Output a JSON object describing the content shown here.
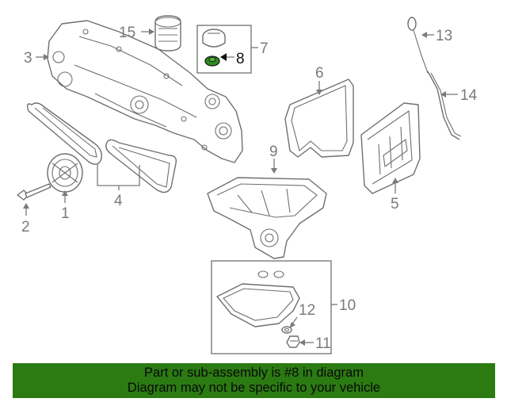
{
  "callouts": {
    "c1": "1",
    "c2": "2",
    "c3": "3",
    "c4": "4",
    "c5": "5",
    "c6": "6",
    "c7": "7",
    "c8": "8",
    "c9": "9",
    "c10": "10",
    "c11": "11",
    "c12": "12",
    "c13": "13",
    "c14": "14",
    "c15": "15"
  },
  "banner": {
    "line1": "Part or sub-assembly is #8 in diagram",
    "line2": "Diagram may not be specific to your vehicle"
  },
  "colors": {
    "highlight_part": "#2e8b1e",
    "banner_bg": "#2b7a12",
    "line_gray": "#6f6f6f"
  }
}
